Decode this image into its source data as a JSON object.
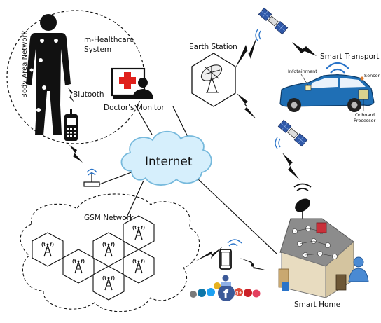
{
  "labels": {
    "body_area_network": "Body Area Network",
    "m_healthcare_line1": "m-Healthcare",
    "m_healthcare_line2": "System",
    "blutooth": "Blutooth",
    "doctors_monitor": "Doctor's Monitor",
    "earth_station": "Earth Station",
    "smart_transport": "Smart Transport",
    "infotainment": "Infotainment",
    "sensor": "Sensor",
    "onboard_line1": "Onboard",
    "onboard_line2": "Processor",
    "internet": "Internet",
    "gsm_network": "GSM Network",
    "smart_home": "Smart Home",
    "google_plus": "g+"
  },
  "colors": {
    "figure": "#111111",
    "cross_red": "#e0201b",
    "cloud_fill": "#d6effc",
    "cloud_stroke": "#76b9dc",
    "car_body": "#1f6fb5",
    "wifi_blue": "#2a74c9",
    "house_wall": "#e8dcc0",
    "house_roof": "#9b9b9b",
    "solar_blue": "#243f8a",
    "facebook": "#3b5998",
    "twitter": "#1da1f2",
    "linkedin": "#0e76a8",
    "pinterest": "#cb2027",
    "google_plus_color": "#dd4b39"
  },
  "icons": [
    "human-body-icon",
    "doctor-monitor-icon",
    "mobile-phone-icon",
    "router-icon",
    "satellite-dish-icon",
    "satellite-icon",
    "car-icon",
    "cell-tower-icon",
    "house-icon",
    "smartphone-icon",
    "social-media-icons",
    "person-icon"
  ]
}
